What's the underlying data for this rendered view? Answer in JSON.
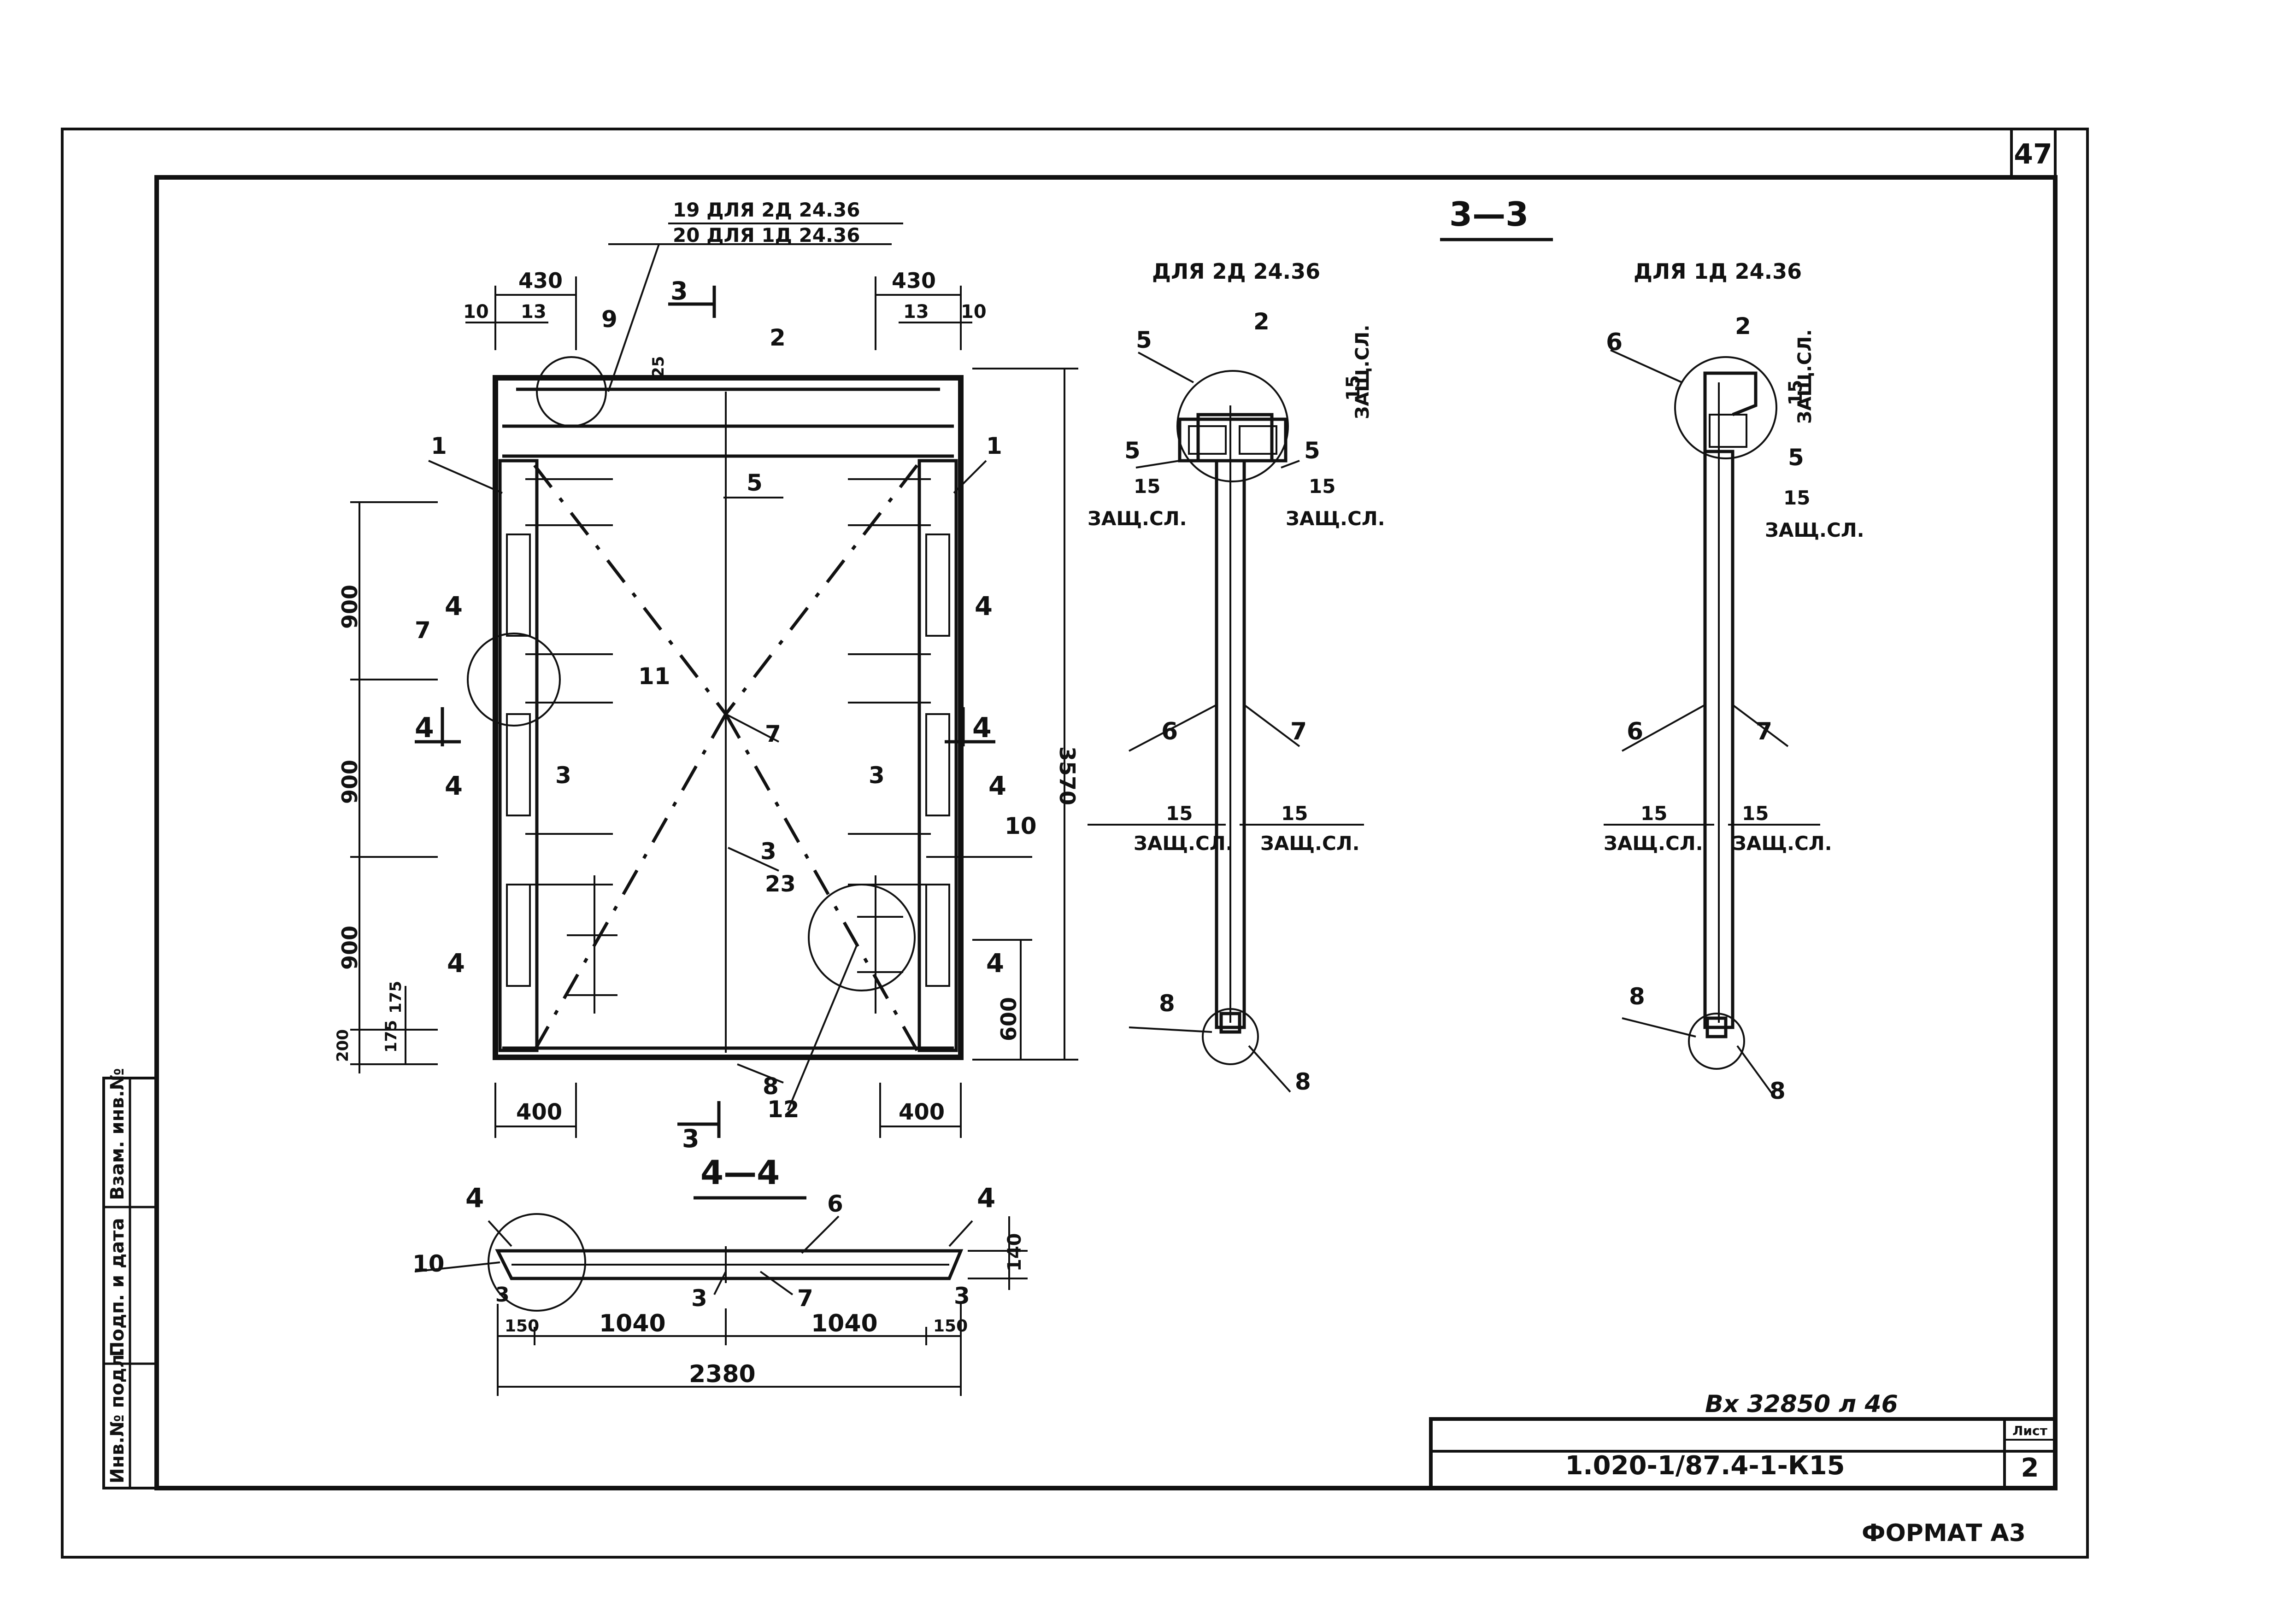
{
  "sheet": {
    "page_number": "47",
    "format_label": "ФОРМАТ А3",
    "inventory_note": "Вх 32850 л 46",
    "designation": "1.020-1/87.4-1-К15",
    "sheet_label": "Лист",
    "sheet_number": "2",
    "side_stamp": [
      "Инв.№ подл.",
      "Подп. и дата",
      "Взам. инв.№"
    ]
  },
  "elevation": {
    "note_top": "19  ДЛЯ 2Д 24.36",
    "note_bottom": "20  ДЛЯ 1Д 24.36",
    "dims": {
      "w430": "430",
      "w10": "10",
      "w13": "13",
      "w25": "25",
      "h900": "900",
      "h3570": "3570",
      "h600": "600",
      "h200": "200",
      "h175": "175",
      "w400": "400"
    },
    "marks": {
      "m1": "1",
      "m2": "2",
      "m3": "3",
      "m4": "4",
      "m5": "5",
      "m7": "7",
      "m8": "8",
      "m9": "9",
      "m10": "10",
      "m11": "11",
      "m12": "12",
      "m23": "23"
    },
    "section_3": "3",
    "section_4": "4"
  },
  "section_33": {
    "title": "3—3",
    "sub_left": "ДЛЯ 2Д 24.36",
    "sub_right": "ДЛЯ 1Д 24.36",
    "cover": "ЗАЩ.СЛ.",
    "dim15": "15",
    "marks": {
      "m2": "2",
      "m5": "5",
      "m6": "6",
      "m7": "7",
      "m8": "8"
    }
  },
  "section_44": {
    "title": "4—4",
    "dims": {
      "d150": "150",
      "d1040": "1040",
      "d2380": "2380",
      "d140": "140"
    },
    "marks": {
      "m3": "3",
      "m4": "4",
      "m6": "6",
      "m7": "7",
      "m10": "10"
    }
  }
}
